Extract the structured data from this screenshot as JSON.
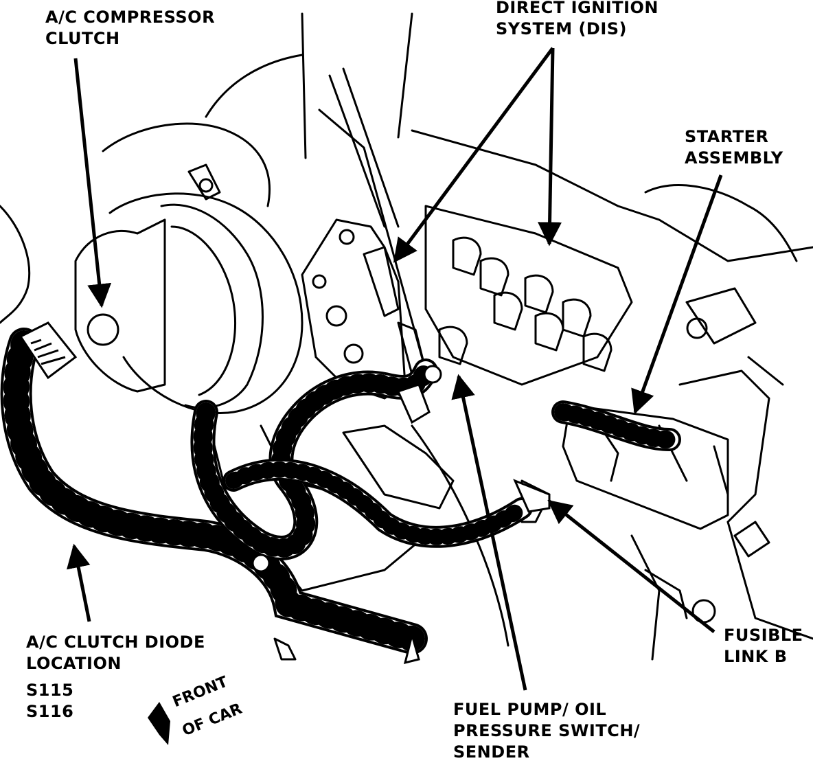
{
  "labels": {
    "ac_compressor_clutch": [
      "A/C COMPRESSOR",
      "CLUTCH"
    ],
    "direct_ignition_system": [
      "DIRECT IGNITION",
      "SYSTEM (DIS)"
    ],
    "starter_assembly": [
      "STARTER",
      "ASSEMBLY"
    ],
    "ac_clutch_diode": [
      "A/C CLUTCH DIODE",
      "LOCATION"
    ],
    "splices": [
      "S115",
      "S116"
    ],
    "fusible_link": [
      "FUSIBLE",
      "LINK B"
    ],
    "fuel_pump_switch": [
      "FUEL PUMP/ OIL",
      "PRESSURE SWITCH/",
      "SENDER"
    ],
    "front_of_car": [
      "FRONT",
      "OF CAR"
    ]
  },
  "colors": {
    "line": "#000000",
    "background": "#ffffff"
  }
}
